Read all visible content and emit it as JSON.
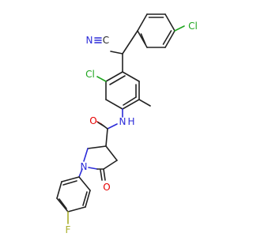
{
  "colors": {
    "background": "#ffffff",
    "bond": "#222222",
    "nitrogen": "#2b2bd9",
    "oxygen": "#e60000",
    "chlorine": "#1fa51f",
    "fluorine": "#a8ad2a"
  },
  "atoms": {
    "cl_top": {
      "text": "Cl",
      "color": "#1fa51f"
    },
    "n_nitrile": {
      "text": "N",
      "color": "#2b2bd9"
    },
    "c_nitrile": {
      "text": "C",
      "color": "#222222"
    },
    "cl_mid": {
      "text": "Cl",
      "color": "#1fa51f"
    },
    "nh": {
      "text": "N",
      "color": "#2b2bd9"
    },
    "h_amide": {
      "text": "H",
      "color": "#2b2bd9"
    },
    "o_amide": {
      "text": "O",
      "color": "#e60000"
    },
    "n_ring": {
      "text": "N",
      "color": "#2b2bd9"
    },
    "o_ring": {
      "text": "O",
      "color": "#e60000"
    },
    "f": {
      "text": "F",
      "color": "#a8ad2a"
    }
  }
}
